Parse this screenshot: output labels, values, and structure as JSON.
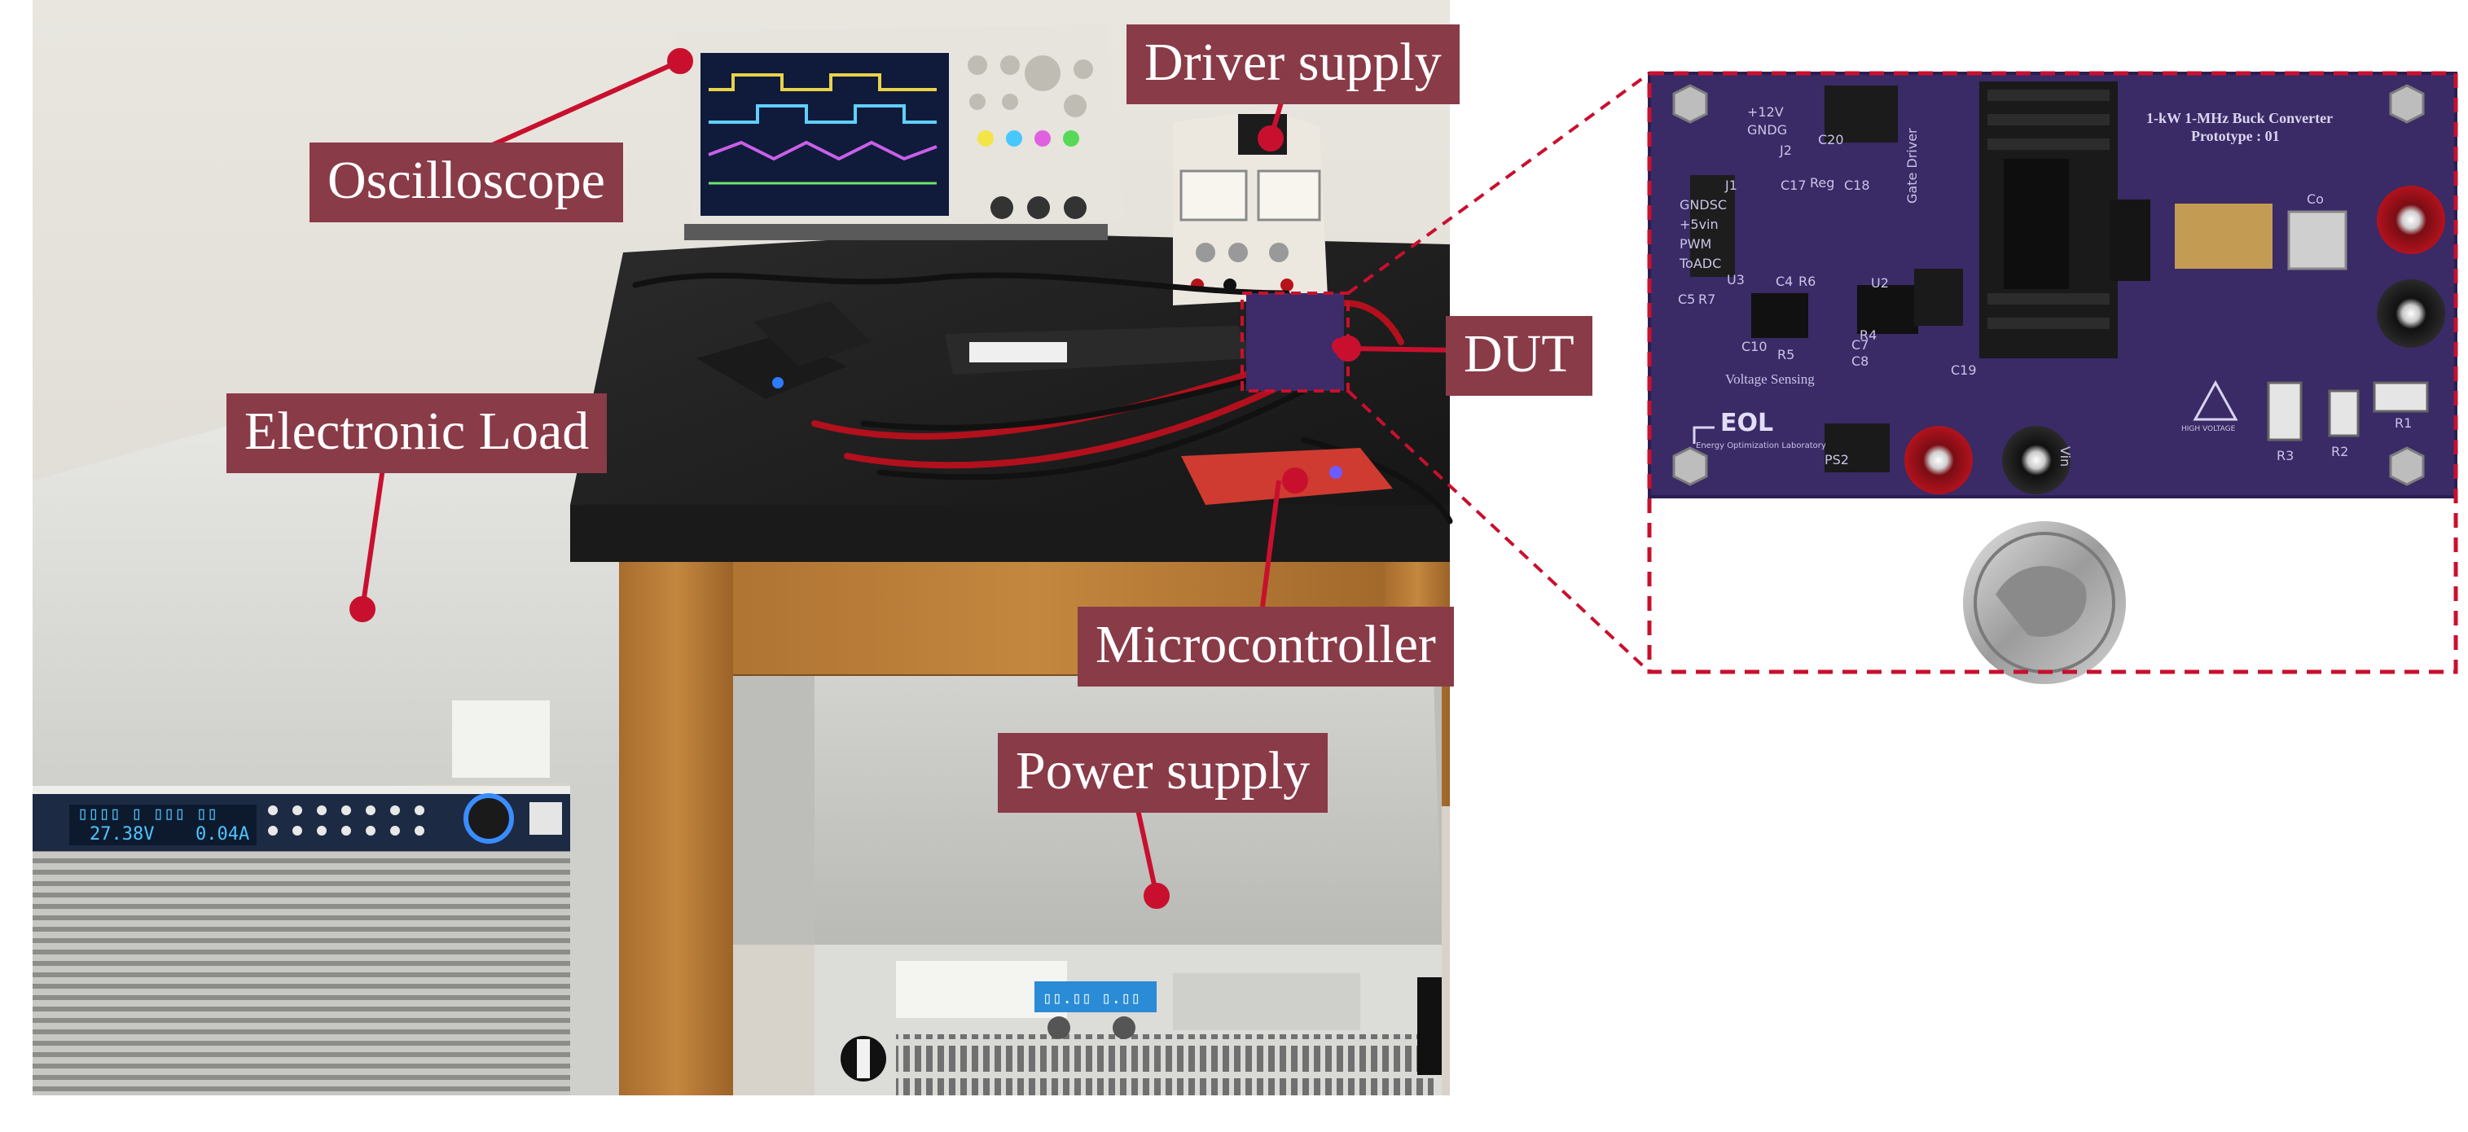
{
  "labels": {
    "oscilloscope": "Oscilloscope",
    "driver_supply": "Driver supply",
    "dut": "DUT",
    "electronic_load": "Electronic Load",
    "microcontroller": "Microcontroller",
    "power_supply": "Power supply"
  },
  "pcb": {
    "title_line1": "1-kW 1-MHz Buck Converter",
    "title_line2": "Prototype : 01",
    "j2_12v": "+12V",
    "j2_gndg": "GNDG",
    "j2": "J2",
    "c20": "C20",
    "j1": "J1",
    "gndsc": "GNDSC",
    "plus5v": "+5vin",
    "pwm": "PWM",
    "toadc": "ToADC",
    "u3": "U3",
    "c17": "C17",
    "reg": "Reg",
    "c18": "C18",
    "u2": "U2",
    "c5": "C5",
    "r7": "R7",
    "c4": "C4",
    "r6": "R6",
    "c10": "C10",
    "r5": "R5",
    "r4": "R4",
    "c7": "C7",
    "c8": "C8",
    "c19": "C19",
    "gate_driver": "Gate Driver",
    "voltage_sensing": "Voltage Sensing",
    "co": "Co",
    "r1": "R1",
    "r2": "R2",
    "r3": "R3",
    "ps2": "PS2",
    "vin": "Vin",
    "eol": "EOL",
    "eol_sub": "Energy Optimization Laboratory",
    "high_voltage": "HIGH VOLTAGE"
  },
  "load_display": {
    "line1": "27.38V",
    "line2": "0.04A"
  },
  "colors": {
    "label_bg": "#8a3b48",
    "callout_line": "#c8102e",
    "pcb": "#3a2a66",
    "table_top": "#1e1e1e",
    "wood": "#b77a37"
  }
}
